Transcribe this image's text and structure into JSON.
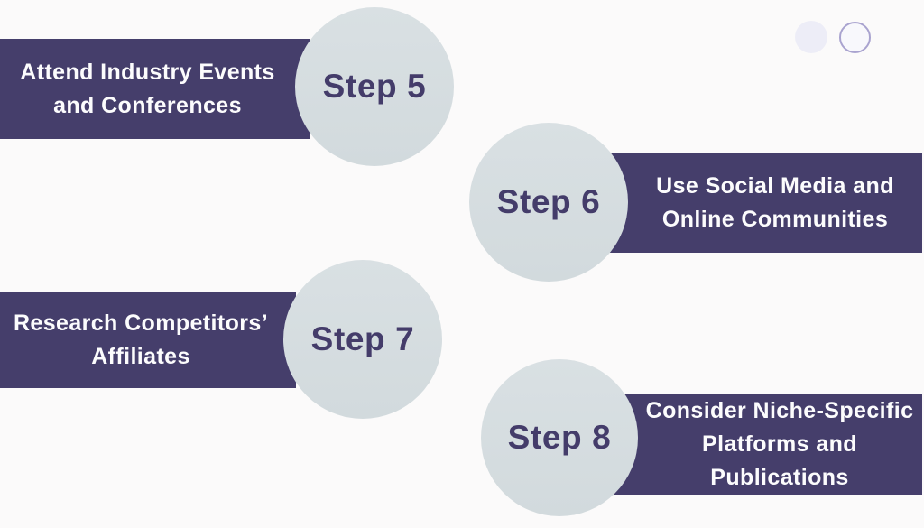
{
  "title": "Steps 5-8 infographic",
  "colors": {
    "banner": "#453e6b",
    "circle_top": "#d9e0e3",
    "circle_bottom": "#d2dadd",
    "step_text": "#443c6a",
    "banner_text": "#fcfcfd",
    "page_bg": "#fbfafa",
    "dot_filled": "#ededf7",
    "dot_outline_border": "#a9a3cf",
    "dot_outline_fill": "#f8f8fc"
  },
  "steps": [
    {
      "step_label": "Step 5",
      "lines": [
        "Attend Industry Events",
        "and Conferences"
      ]
    },
    {
      "step_label": "Step 6",
      "lines": [
        "Use Social Media and",
        "Online Communities"
      ]
    },
    {
      "step_label": "Step 7",
      "lines": [
        "Research Competitors’",
        "Affiliates"
      ]
    },
    {
      "step_label": "Step 8",
      "lines": [
        "Consider Niche-Specific",
        "Platforms and",
        "Publications"
      ]
    }
  ],
  "decorations": {
    "dot_filled": "filled-circle",
    "dot_outline": "outlined-circle"
  }
}
